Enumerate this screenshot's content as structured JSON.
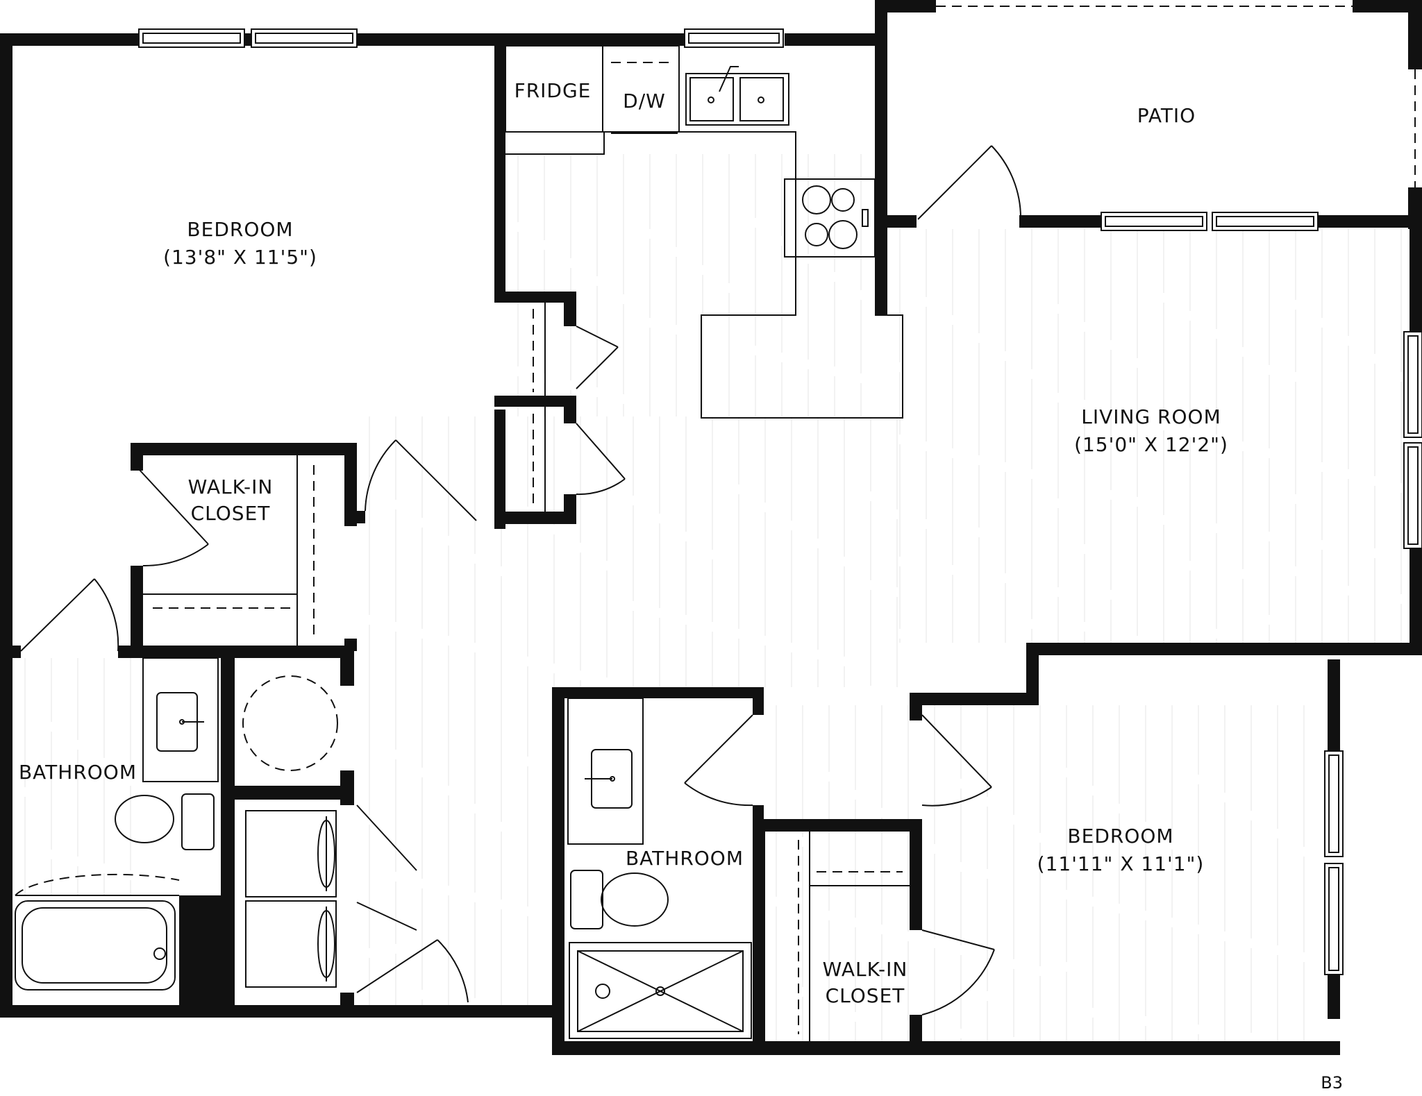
{
  "floor_plan": {
    "unit_code": "B3",
    "rooms": {
      "bedroom_1": {
        "name": "BEDROOM",
        "size": "(13'8\" X 11'5\")"
      },
      "bedroom_2": {
        "name": "BEDROOM",
        "size": "(11'11\" X 11'1\")"
      },
      "living_room": {
        "name": "LIVING ROOM",
        "size": "(15'0\" X 12'2\")"
      },
      "patio": {
        "name": "PATIO"
      },
      "walk_in_closet_1": {
        "line1": "WALK-IN",
        "line2": "CLOSET"
      },
      "walk_in_closet_2": {
        "line1": "WALK-IN",
        "line2": "CLOSET"
      },
      "bathroom_1": {
        "name": "BATHROOM"
      },
      "bathroom_2": {
        "name": "BATHROOM"
      }
    },
    "appliances": {
      "fridge": "FRIDGE",
      "dishwasher": "D/W"
    },
    "colors": {
      "wall": "#111111",
      "background": "#ffffff",
      "floor_grain": "#e6e6e6"
    },
    "icons": [
      "door-swing-icon",
      "window-icon",
      "sink-icon",
      "toilet-icon",
      "bathtub-icon",
      "shower-icon",
      "stove-icon",
      "washer-icon",
      "dryer-icon",
      "water-heater-icon"
    ]
  }
}
